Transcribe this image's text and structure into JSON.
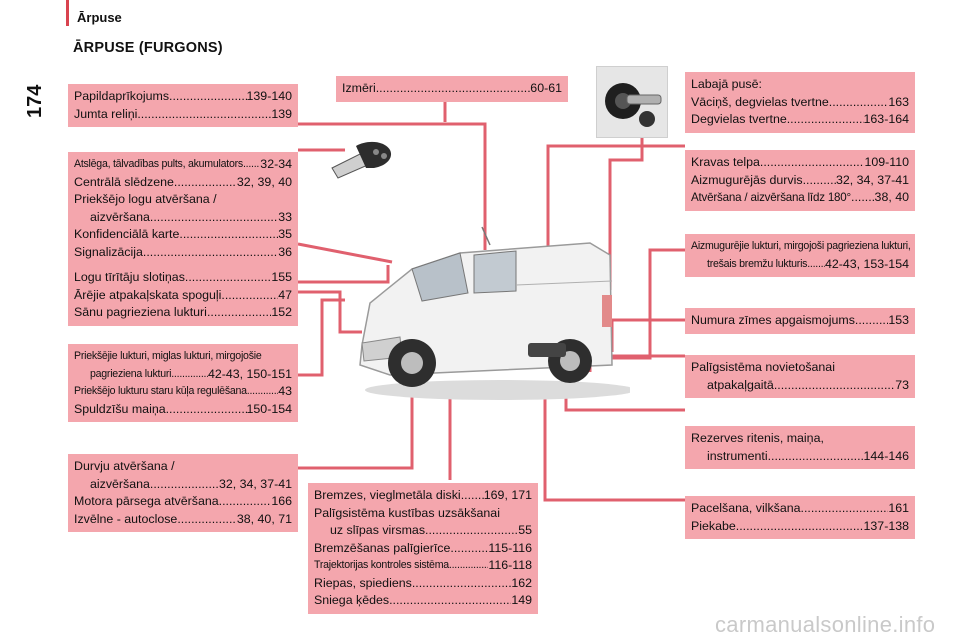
{
  "header": {
    "section": "Ārpuse",
    "page_number": "174",
    "title": "ĀRPUSE (FURGONS)"
  },
  "boxes": {
    "accessories": [
      {
        "text": "Papildaprīkojums",
        "page": "139-140"
      },
      {
        "text": "Jumta reliņi",
        "page": "139"
      }
    ],
    "dimensions": [
      {
        "text": "Izmēri",
        "page": "60-61"
      }
    ],
    "right_side": {
      "heading": "Labajā pusē:",
      "items": [
        {
          "text": "Vāciņš, degvielas tvertne",
          "page": "163"
        },
        {
          "text": "Degvielas tvertne",
          "page": "163-164"
        }
      ]
    },
    "key": [
      {
        "text": "Atslēga, tālvadības pults, akumulators",
        "page": "32-34",
        "cond": true
      },
      {
        "text": "Centrālā slēdzene",
        "page": "32, 39, 40"
      },
      {
        "plain": "Priekšējo logu atvēršana /"
      },
      {
        "text": "aizvēršana",
        "page": "33",
        "ind": true
      },
      {
        "text": "Konfidenciālā karte",
        "page": "35"
      },
      {
        "text": "Signalizācija",
        "page": "36"
      }
    ],
    "cargo": [
      {
        "text": "Kravas telpa",
        "page": "109-110"
      },
      {
        "text": "Aizmugurējās durvis",
        "page": "32, 34, 37-41"
      },
      {
        "text": "Atvēršana / aizvēršana līdz 180°",
        "page": "38, 40",
        "cond_light": true
      }
    ],
    "rear_lights": [
      {
        "plain": "Aizmugurējie lukturi, mirgojoši pagrieziena lukturi,",
        "cond": true
      },
      {
        "text": "trešais bremžu lukturis",
        "page": "42-43, 153-154",
        "cond": true,
        "ind": true
      }
    ],
    "wipers": [
      {
        "text": "Logu tīrītāju slotiņas",
        "page": "155"
      },
      {
        "text": "Ārējie atpakaļskata spoguļi",
        "page": "47"
      },
      {
        "text": "Sānu pagrieziena lukturi",
        "page": "152"
      }
    ],
    "plate": [
      {
        "text": "Numura zīmes apgaismojums",
        "page": "153"
      }
    ],
    "front_lights": [
      {
        "plain": "Priekšējie lukturi, miglas lukturi, mirgojošie",
        "cond": true
      },
      {
        "text": "pagrieziena lukturi",
        "page": "42-43, 150-151",
        "cond": true,
        "ind": true
      },
      {
        "text": "Priekšējo lukturu staru kūļa regulēšana",
        "page": "43",
        "cond": true
      },
      {
        "text": "Spuldzīšu maiņa",
        "page": "150-154"
      }
    ],
    "parking": [
      {
        "plain": "Palīgsistēma novietošanai"
      },
      {
        "text": "atpakaļgaitā",
        "page": "73",
        "ind": true
      }
    ],
    "spare": [
      {
        "plain": "Rezerves ritenis, maiņa,"
      },
      {
        "text": "instrumenti",
        "page": "144-146",
        "ind": true
      }
    ],
    "doors": [
      {
        "plain": "Durvju atvēršana /"
      },
      {
        "text": "aizvēršana",
        "page": "32, 34, 37-41",
        "ind": true
      },
      {
        "text": "Motora pārsega atvēršana",
        "page": "166"
      },
      {
        "text": "Izvēlne - autoclose",
        "page": "38, 40, 71"
      }
    ],
    "brakes": [
      {
        "text": "Bremzes, vieglmetāla diski",
        "page": "169, 171"
      },
      {
        "plain": "Palīgsistēma kustības uzsākšanai"
      },
      {
        "text": "uz slīpas virsmas",
        "page": "55",
        "ind": true
      },
      {
        "text": "Bremzēšanas palīgierīce",
        "page": "115-116"
      },
      {
        "text": "Trajektorijas kontroles sistēma",
        "page": "116-118",
        "cond": true
      },
      {
        "text": "Riepas, spiediens",
        "page": "162"
      },
      {
        "text": "Sniega ķēdes",
        "page": "149"
      }
    ],
    "towing": [
      {
        "text": "Pacelšana, vilkšana",
        "page": "161"
      },
      {
        "text": "Piekabe",
        "page": "137-138"
      }
    ]
  },
  "watermark": "carmanualsonline.info",
  "colors": {
    "box": "#f4a6ad",
    "line": "#e0606e",
    "accent": "#d9434f"
  }
}
